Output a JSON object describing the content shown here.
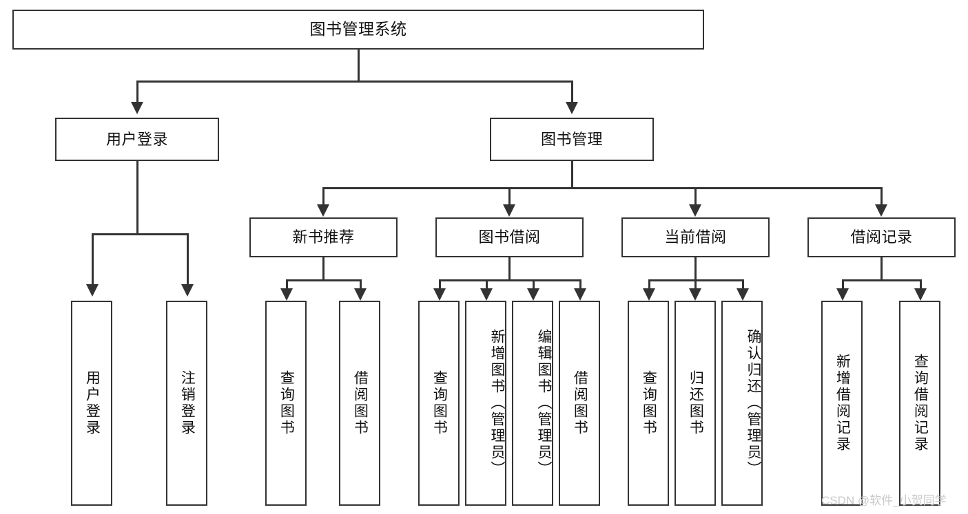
{
  "diagram": {
    "type": "tree-hierarchy-chart",
    "title_node": "图书管理系统",
    "level2": [
      {
        "id": "user-login",
        "label": "用户登录"
      },
      {
        "id": "book-management",
        "label": "图书管理"
      }
    ],
    "level3": [
      {
        "id": "new-book-recommend",
        "label": "新书推荐"
      },
      {
        "id": "book-borrow",
        "label": "图书借阅"
      },
      {
        "id": "current-borrow",
        "label": "当前借阅"
      },
      {
        "id": "borrow-record",
        "label": "借阅记录"
      }
    ],
    "leaves": {
      "user_login": [
        {
          "id": "leaf-user-login",
          "label": "用户登录"
        },
        {
          "id": "leaf-logout",
          "label": "注销登录"
        }
      ],
      "new_book_recommend": [
        {
          "id": "leaf-query-book-1",
          "label": "查询图书"
        },
        {
          "id": "leaf-borrow-book-1",
          "label": "借阅图书"
        }
      ],
      "book_borrow": [
        {
          "id": "leaf-query-book-2",
          "label": "查询图书"
        },
        {
          "id": "leaf-add-book",
          "label": "新增图书（管理员）"
        },
        {
          "id": "leaf-edit-book",
          "label": "编辑图书（管理员）"
        },
        {
          "id": "leaf-borrow-book-2",
          "label": "借阅图书"
        }
      ],
      "current_borrow": [
        {
          "id": "leaf-query-book-3",
          "label": "查询图书"
        },
        {
          "id": "leaf-return-book",
          "label": "归还图书"
        },
        {
          "id": "leaf-confirm-return",
          "label": "确认归还（管理员）"
        }
      ],
      "borrow_record": [
        {
          "id": "leaf-add-record",
          "label": "新增借阅记录"
        },
        {
          "id": "leaf-query-record",
          "label": "查询借阅记录"
        }
      ]
    },
    "colors": {
      "stroke": "#333333",
      "fill": "#ffffff",
      "text": "#111111",
      "watermark": "#c9c9c9"
    }
  },
  "watermark": {
    "text": "CSDN @软件_小贺同学"
  }
}
